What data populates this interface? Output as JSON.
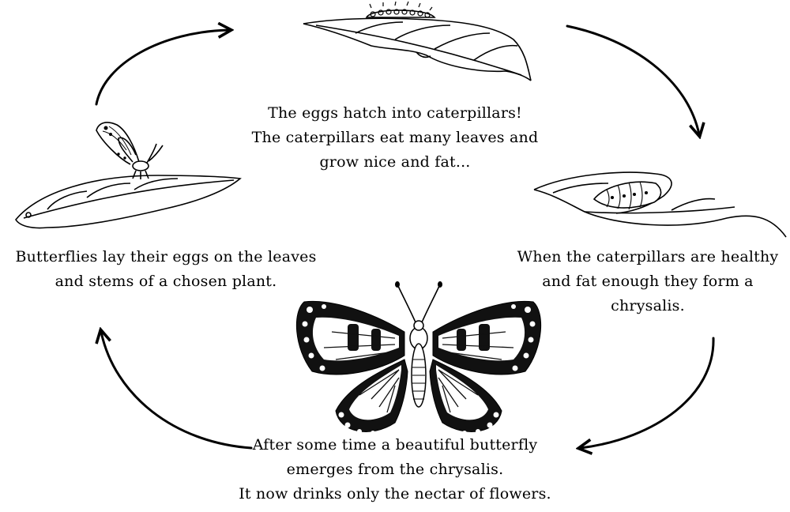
{
  "captions": {
    "hatch": [
      "The eggs hatch into caterpillars!",
      "The caterpillars eat many leaves and",
      "grow nice and fat..."
    ],
    "lay": [
      "Butterflies lay their eggs on the leaves",
      "and stems of a chosen plant."
    ],
    "chrysalis": [
      "When the caterpillars are healthy",
      "and fat enough they form a",
      "chrysalis."
    ],
    "emerge": [
      "After some time a beautiful butterfly",
      "emerges from the chrysalis.",
      "It now drinks only the nectar of flowers."
    ]
  },
  "colors": {
    "ink": "#000000",
    "background": "#ffffff"
  },
  "icons": [
    "caterpillar-on-leaf-icon",
    "chrysalis-on-leaf-icon",
    "butterfly-laying-eggs-icon",
    "adult-butterfly-icon",
    "cycle-arrow-icon"
  ]
}
